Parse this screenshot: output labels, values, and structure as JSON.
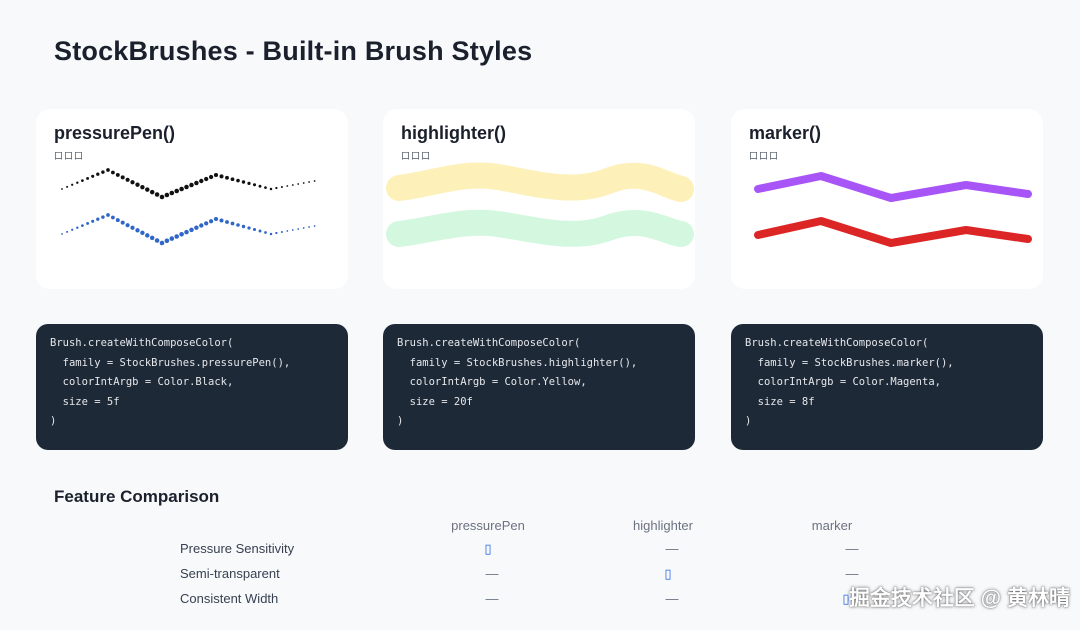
{
  "page": {
    "title": "StockBrushes - Built-in Brush Styles"
  },
  "cards": [
    {
      "title": "pressurePen()",
      "subtitle": "口口口",
      "strokes": [
        {
          "color": "#111111",
          "style": "dotted"
        },
        {
          "color": "#2f66c8",
          "style": "dotted"
        }
      ]
    },
    {
      "title": "highlighter()",
      "subtitle": "口口口",
      "strokes": [
        {
          "color": "#fdf0b8",
          "style": "wide"
        },
        {
          "color": "#d3f7df",
          "style": "wide"
        }
      ]
    },
    {
      "title": "marker()",
      "subtitle": "口口口",
      "strokes": [
        {
          "color": "#a855f7",
          "style": "solid"
        },
        {
          "color": "#dc2626",
          "style": "solid"
        }
      ]
    }
  ],
  "code": [
    [
      "Brush.createWithComposeColor(",
      "  family = StockBrushes.pressurePen(),",
      "  colorIntArgb = Color.Black,",
      "  size = 5f",
      ")"
    ],
    [
      "Brush.createWithComposeColor(",
      "  family = StockBrushes.highlighter(),",
      "  colorIntArgb = Color.Yellow,",
      "  size = 20f",
      ")"
    ],
    [
      "Brush.createWithComposeColor(",
      "  family = StockBrushes.marker(),",
      "  colorIntArgb = Color.Magenta,",
      "  size = 8f",
      ")"
    ]
  ],
  "comparison": {
    "title": "Feature Comparison",
    "columns": [
      "pressurePen",
      "highlighter",
      "marker"
    ],
    "rows": [
      {
        "label": "Pressure Sensitivity",
        "cells": [
          "▯",
          "—",
          "—"
        ]
      },
      {
        "label": "Semi-transparent",
        "cells": [
          "—",
          "▯",
          "—"
        ]
      },
      {
        "label": "Consistent Width",
        "cells": [
          "—",
          "—",
          "▯"
        ]
      }
    ]
  },
  "watermark": "掘金技术社区 @ 黄林晴"
}
